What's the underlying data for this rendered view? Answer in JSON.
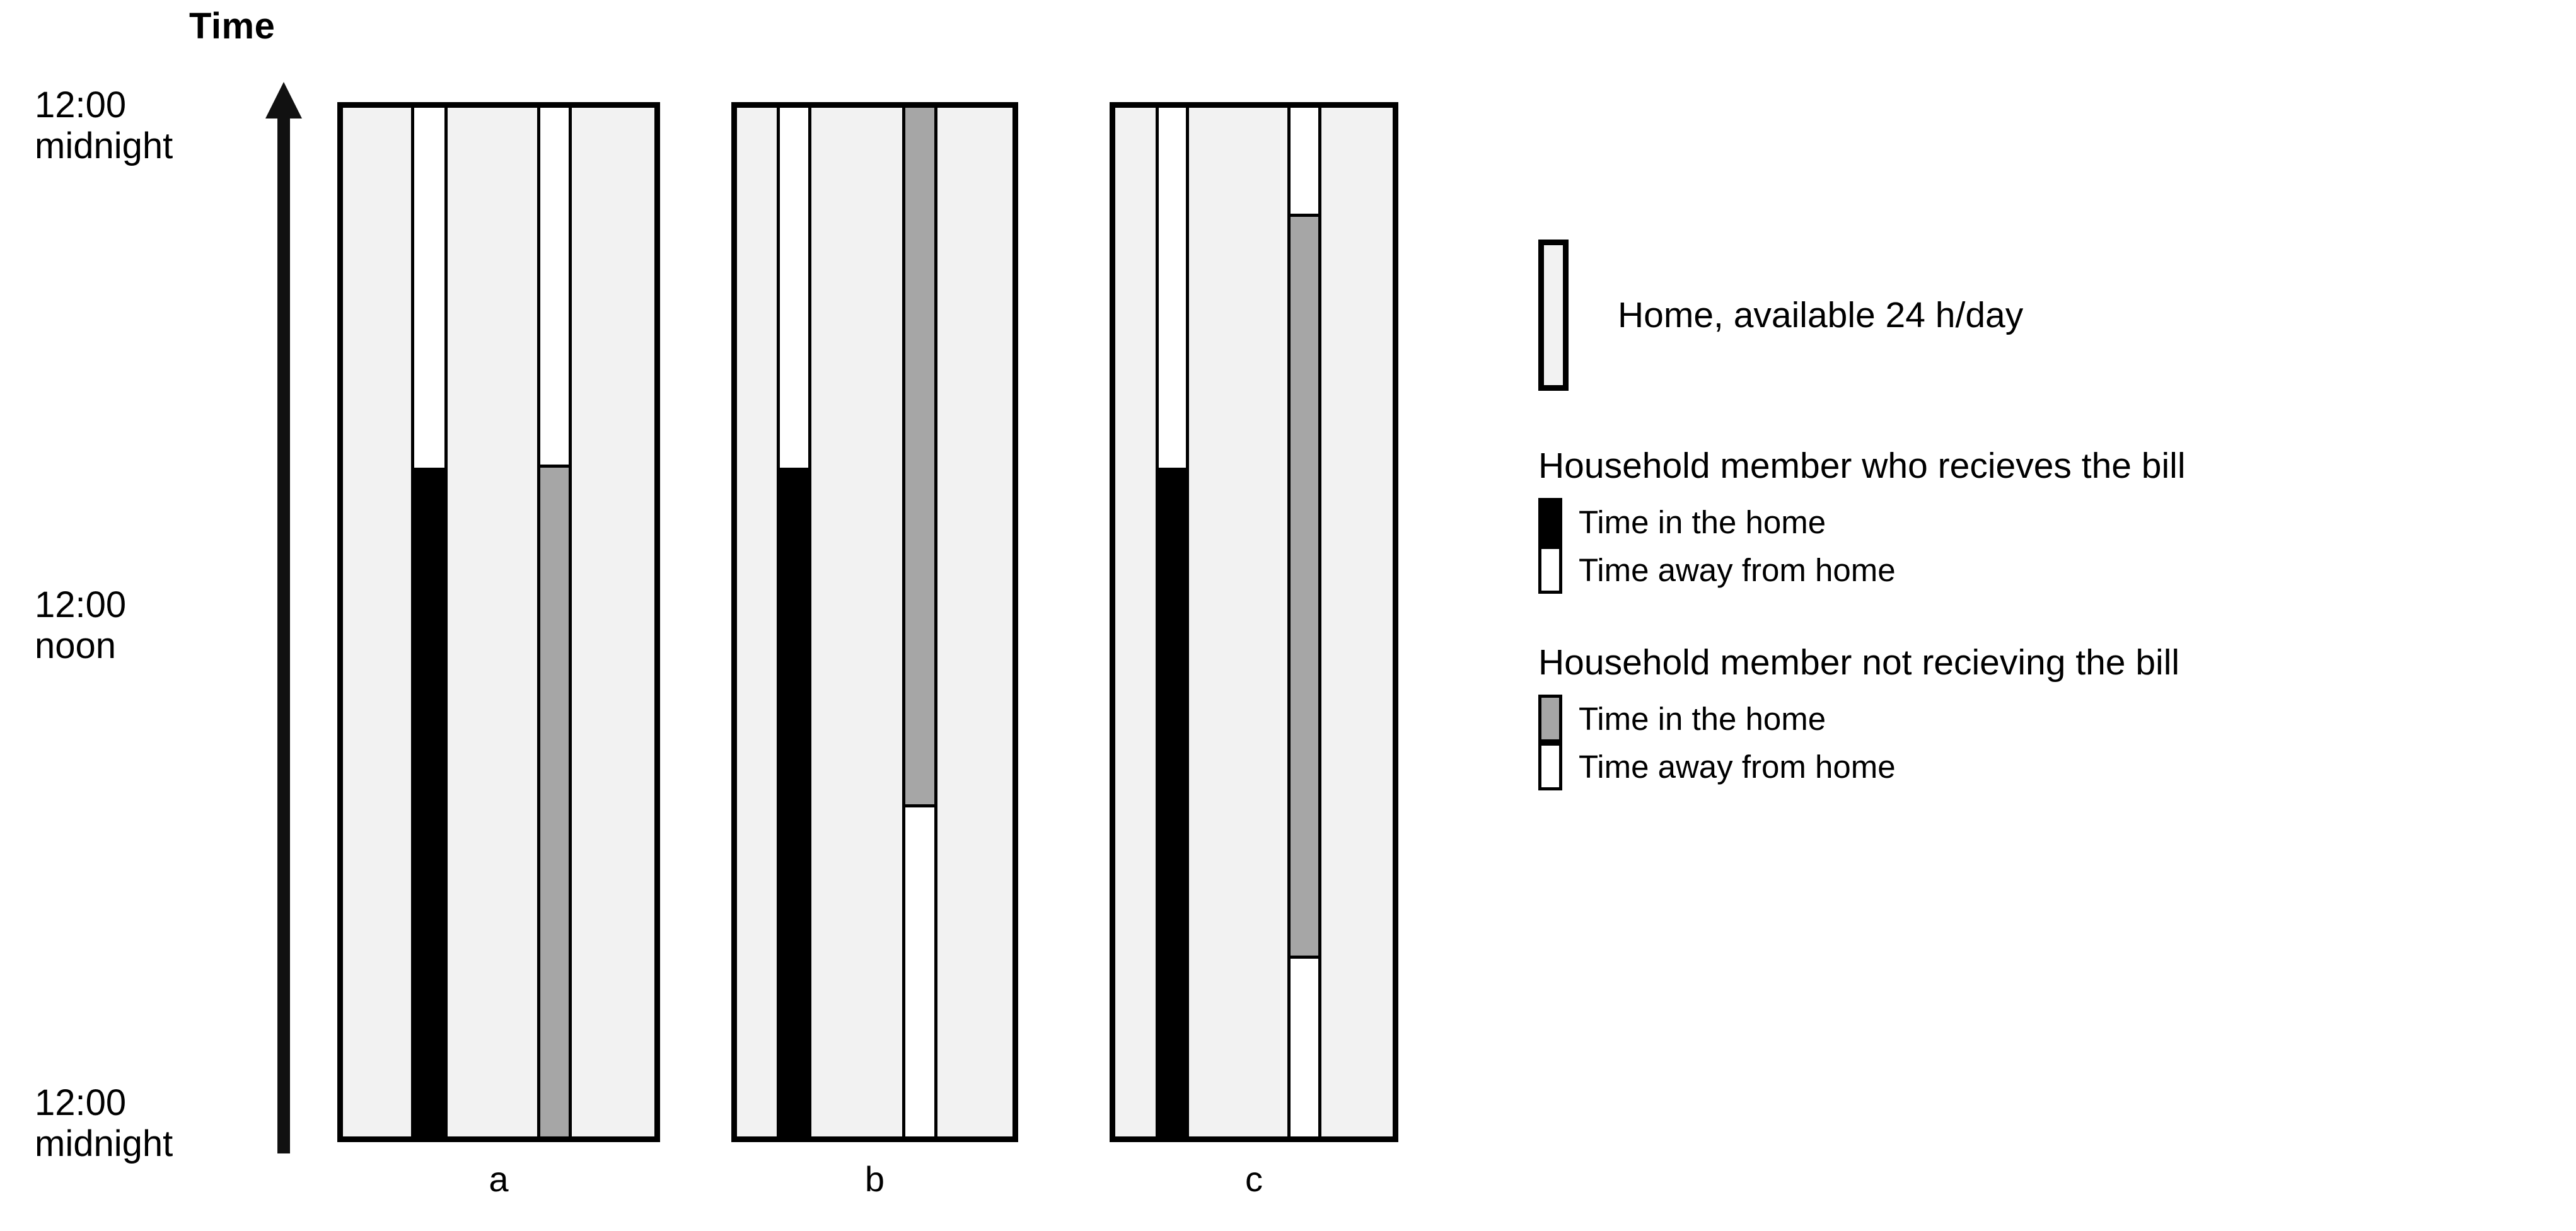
{
  "axis": {
    "title": "Time",
    "top_label": "12:00\nmidnight",
    "mid_label": "12:00\nnoon",
    "bottom_label": "12:00\nmidnight",
    "arrow_icon": "up-arrow-icon"
  },
  "panels": [
    {
      "id": "a",
      "caption": "a"
    },
    {
      "id": "b",
      "caption": "b"
    },
    {
      "id": "c",
      "caption": "c"
    }
  ],
  "legend": {
    "home": {
      "swatch_icon": "home-swatch-icon",
      "label": "Home, available 24 h/day"
    },
    "groups": [
      {
        "heading": "Household member who recieves the bill",
        "items": [
          {
            "swatch_icon": "black-swatch-icon",
            "label": "Time in the home"
          },
          {
            "swatch_icon": "white-swatch-icon",
            "label": "Time away from home"
          }
        ]
      },
      {
        "heading": "Household member not recieving the bill",
        "items": [
          {
            "swatch_icon": "gray-swatch-icon",
            "label": "Time in the home"
          },
          {
            "swatch_icon": "white-swatch-icon",
            "label": "Time away from home"
          }
        ]
      }
    ]
  },
  "colors": {
    "home": "#F2F2F2",
    "in_home_bill": "#000000",
    "in_home_other": "#A6A6A6",
    "away": "#FFFFFF",
    "outline": "#000000"
  },
  "chart_data": {
    "type": "bar",
    "title": "Time",
    "xlabel": "",
    "ylabel": "Time",
    "ylim": [
      0,
      24
    ],
    "y_tick_labels": [
      "12:00 midnight",
      "12:00 noon",
      "12:00 midnight"
    ],
    "y_tick_values": [
      24,
      12,
      0
    ],
    "axis_direction": "upward",
    "grid": false,
    "legend_position": "right",
    "categories": [
      "a",
      "b",
      "c"
    ],
    "note": "Vertical 24-hour timelines. Each panel shows a home (light gray, 24 h/day) containing two occupant bars: the household member who recieves the bill (black = in home, white = away) and the member not recieving the bill (gray = in home, white = away).",
    "series": [
      {
        "name": "Home, available 24 h/day",
        "color": "#F2F2F2",
        "segments_hours": {
          "a": [
            0,
            24
          ],
          "b": [
            0,
            24
          ],
          "c": [
            0,
            24
          ]
        }
      },
      {
        "name": "Household member who recieves the bill - Time in the home",
        "color": "#000000",
        "in_home_hours": {
          "a": [
            0,
            15.6
          ],
          "b": [
            0,
            15.6
          ],
          "c": [
            0,
            15.6
          ]
        }
      },
      {
        "name": "Household member who recieves the bill - Time away from home",
        "color": "#FFFFFF",
        "away_hours": {
          "a": [
            15.6,
            24
          ],
          "b": [
            15.6,
            24
          ],
          "c": [
            15.6,
            24
          ]
        }
      },
      {
        "name": "Household member not recieving the bill - Time in the home",
        "color": "#A6A6A6",
        "in_home_hours": {
          "a": [
            0,
            15.7
          ],
          "b": [
            7.8,
            24
          ],
          "c": [
            4.2,
            21.5
          ]
        }
      },
      {
        "name": "Household member not recieving the bill - Time away from home",
        "color": "#FFFFFF",
        "away_hours": {
          "a": [
            15.7,
            24
          ],
          "b": [
            0,
            7.8
          ],
          "c": [
            [
              0,
              4.2
            ],
            [
              21.5,
              24
            ]
          ]
        }
      }
    ]
  }
}
